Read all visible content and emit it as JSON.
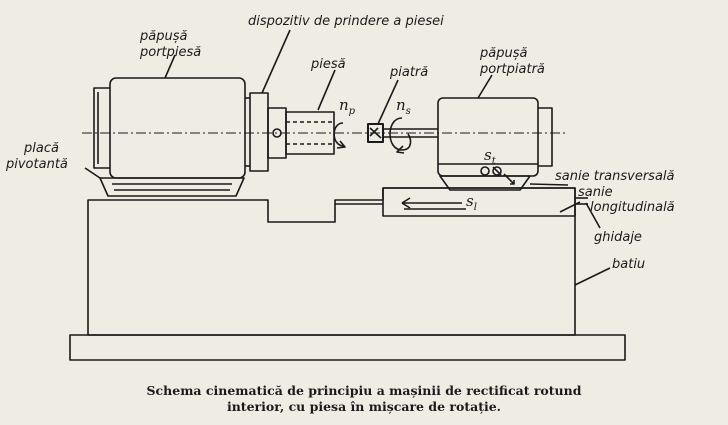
{
  "labels": {
    "papusa_portpiesa_1": "păpușă",
    "papusa_portpiesa_2": "portpiesă",
    "dispozitiv": "dispozitiv de prindere a piesei",
    "piesa": "piesă",
    "piatra": "piatră",
    "papusa_portpiatra_1": "păpușă",
    "papusa_portpiatra_2": "portpiatră",
    "placa_1": "placă",
    "placa_2": "pivotantă",
    "sanie_transversala": "sanie transversală",
    "sanie_1": "sanie",
    "sanie_2": "longitudinală",
    "ghidaje": "ghidaje",
    "batiu": "batiu"
  },
  "symbols": {
    "np_base": "n",
    "np_sub": "p",
    "ns_base": "n",
    "ns_sub": "s",
    "st_base": "s",
    "st_sub": "t",
    "sl_base": "s",
    "sl_sub": "l"
  },
  "caption": {
    "line1": "Schema cinematică de principiu a mașinii de rectificat rotund",
    "line2": "interior, cu piesa în mișcare de rotație."
  },
  "colors": {
    "ink": "#1a1a1a",
    "paper": "#efece4"
  }
}
